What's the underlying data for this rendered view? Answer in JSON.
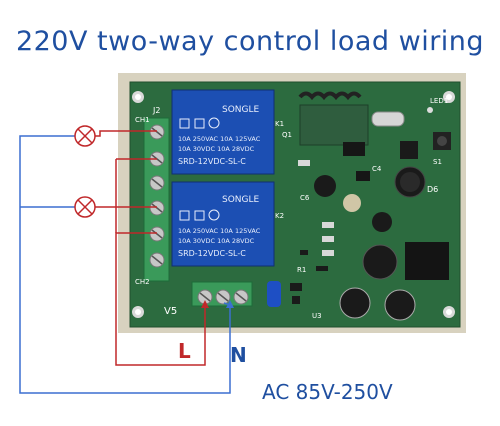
{
  "title": "220V two-way control load wiring",
  "labels": {
    "live": "L",
    "neutral": "N",
    "supply": "AC 85V-250V"
  },
  "board": {
    "relay_brand": "SONGLE",
    "relay_model": "SRD-12VDC-SL-C",
    "relay_rating_1": "10A 250VAC  10A 125VAC",
    "relay_rating_2": "10A 30VDC   10A 28VDC",
    "silkscreen": {
      "j2": "J2",
      "ch1": "CH1",
      "ch2": "CH2",
      "led1": "LED1",
      "s1": "S1",
      "d6": "D6",
      "k1": "K1",
      "r1": "R1",
      "v5": "V5",
      "u3": "U3",
      "c4": "C4",
      "c6": "C6",
      "k2": "K2",
      "q1": "Q1"
    }
  },
  "colors": {
    "title_blue": "#1f4fa0",
    "live_red": "#c0282a",
    "neutral_blue": "#3b6fd0",
    "pcb_green": "#2c6b3f",
    "relay_blue": "#1c4fb3",
    "terminal_green": "#3a9a5a"
  }
}
